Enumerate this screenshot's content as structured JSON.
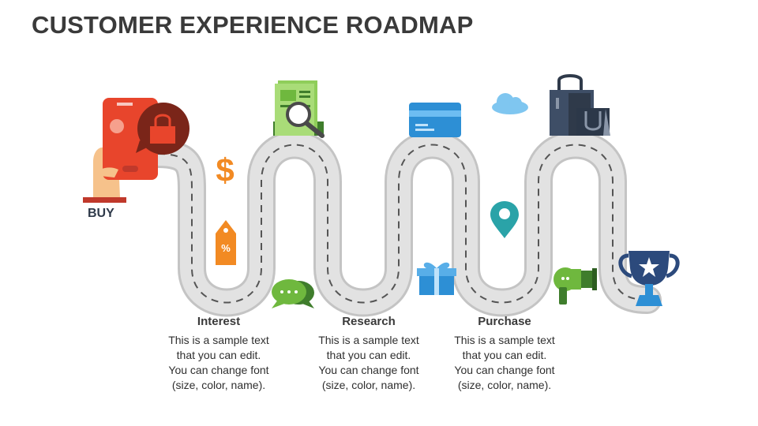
{
  "title": "CUSTOMER EXPERIENCE ROADMAP",
  "start_label": "BUY",
  "steps": [
    {
      "heading": "Interest",
      "text": "This is a sample text\nthat you can edit.\nYou can change font\n(size, color, name)."
    },
    {
      "heading": "Research",
      "text": "This is a sample text\nthat you can edit.\nYou can change font\n(size, color, name)."
    },
    {
      "heading": "Purchase",
      "text": "This is a sample text\nthat you can edit.\nYou can change font\n(size, color, name)."
    }
  ],
  "icons": {
    "percent_tag": "%",
    "dollar": "$"
  },
  "colors": {
    "road": "#dcdcdc",
    "road_edge": "#bdbdbd",
    "dash": "#555555",
    "orange": "#f28a23",
    "red": "#e8452c",
    "blue": "#2d8fd5",
    "green": "#6fb83e",
    "navy": "#2c4a7c",
    "teal": "#2aa3a8"
  }
}
